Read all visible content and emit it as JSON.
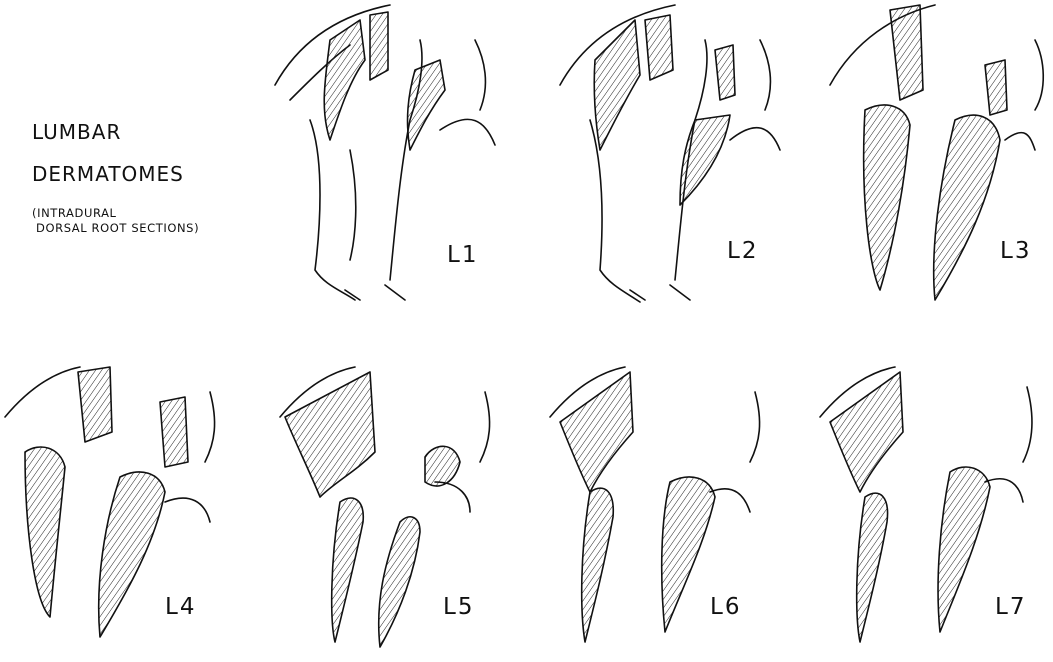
{
  "figure": {
    "title_lines": [
      "LUMBAR",
      "DERMATOMES"
    ],
    "subtitle_lines": [
      "(INTRADURAL",
      "DORSAL ROOT SECTIONS)"
    ]
  },
  "panels": [
    {
      "label": "L1",
      "shaded_regions": [
        "flank-band",
        "groin-patch",
        "upper-inner-thigh"
      ]
    },
    {
      "label": "L2",
      "shaded_regions": [
        "flank-band",
        "front-thigh-strip",
        "medial-thigh"
      ]
    },
    {
      "label": "L3",
      "shaded_regions": [
        "flank",
        "lateral-leg",
        "medial-leg",
        "groin"
      ]
    },
    {
      "label": "L4",
      "shaded_regions": [
        "flank-patch",
        "groin-patch",
        "lateral-leg",
        "medial-leg"
      ]
    },
    {
      "label": "L5",
      "shaded_regions": [
        "hip",
        "lateral-leg-strip",
        "medial-leg-strip",
        "groin-patch"
      ]
    },
    {
      "label": "L6",
      "shaded_regions": [
        "hip",
        "lateral-leg-strip",
        "medial-leg"
      ]
    },
    {
      "label": "L7",
      "shaded_regions": [
        "hip",
        "lateral-leg-strip",
        "medial-leg"
      ]
    }
  ]
}
